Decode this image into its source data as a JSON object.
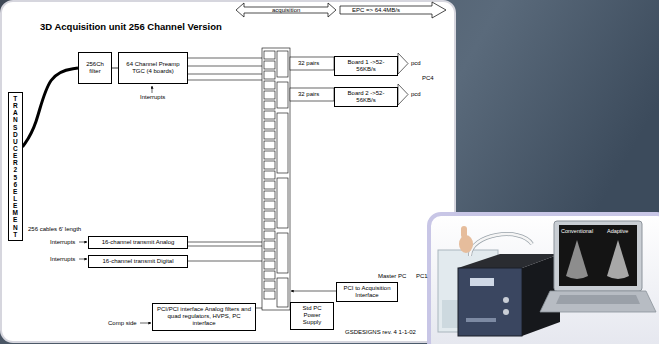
{
  "diagram": {
    "title": "3D Acquisition unit 256 Channel Version",
    "nodes": [
      {
        "text": [
          "TRANSDUCER 256 ELEMENT"
        ]
      },
      {
        "text": [
          "256Ch filter"
        ]
      },
      {
        "text": [
          "64 Channel Preamp TGC (4 boards)"
        ]
      },
      {
        "text": [
          "Board 1 ->52-56KB/s"
        ]
      },
      {
        "text": [
          "Board 2 ->52-56KB/s"
        ]
      },
      {
        "text": [
          "16-channel transmit Analog"
        ]
      },
      {
        "text": [
          "16-channel transmit Digital"
        ]
      },
      {
        "text": [
          "PCI to Acquisition Interface"
        ]
      },
      {
        "text": [
          "Std PC Power Supply"
        ]
      },
      {
        "text": [
          "PCI/PCI interface Analog filters and quad regulators, HVPS, PC interface"
        ]
      }
    ],
    "edges": [
      {
        "from": 0,
        "to": 1,
        "arrow": "none"
      },
      {
        "from": 1,
        "to": 2,
        "arrow": "none"
      }
    ],
    "labels": [
      "acquisition",
      "EPC => 64.4MB/s",
      "256 cables 6' length",
      "Interrupts",
      "Interrupts",
      "Interrupts",
      "32 pairs",
      "32 pairs",
      "pcd",
      "pcd",
      "PC4",
      "Master PC",
      "PC1",
      "GSDESIGNS rev. 4 1-1-02",
      "Comp side",
      "Conventional",
      "Adaptive"
    ]
  }
}
